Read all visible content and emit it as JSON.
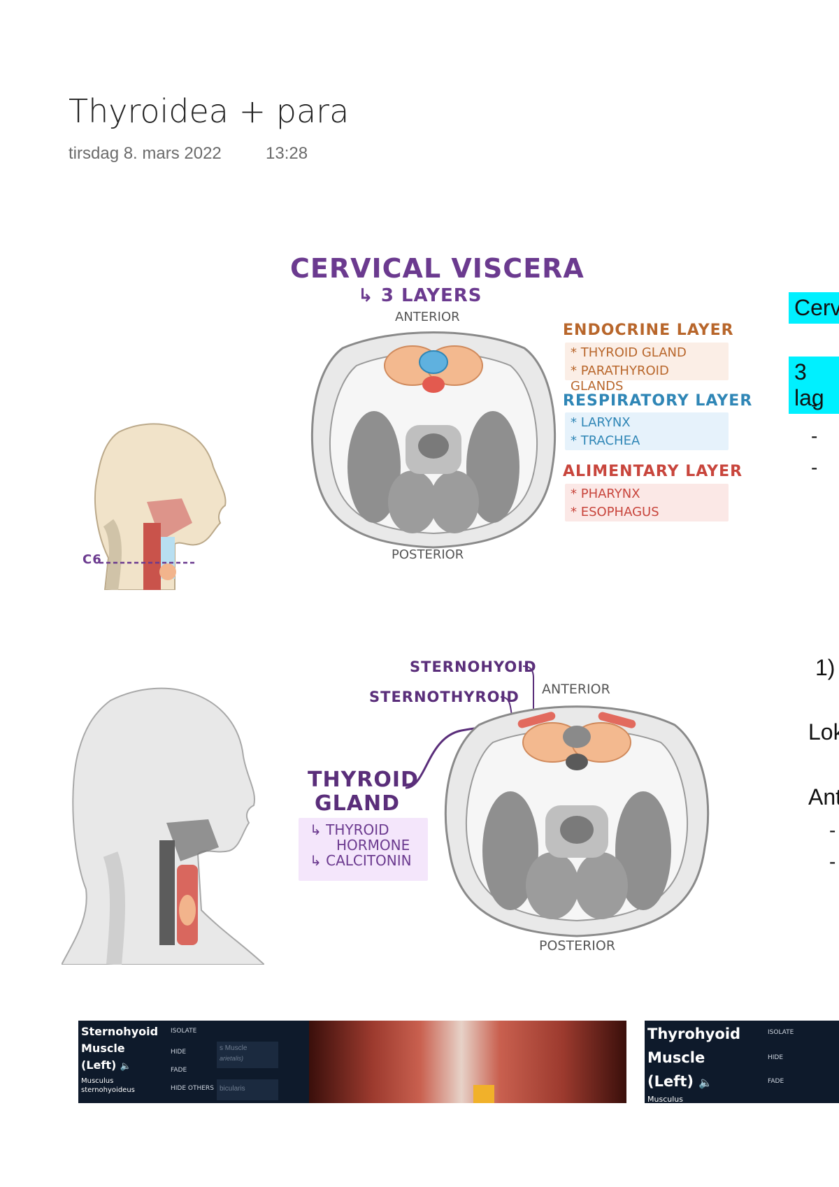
{
  "page": {
    "title": "Thyroidea + para",
    "date": "tirsdag 8. mars 2022",
    "time": "13:28"
  },
  "figure1": {
    "heading": "CERVICAL VISCERA",
    "subheading": "↳ 3 LAYERS",
    "anterior": "ANTERIOR",
    "posterior": "POSTERIOR",
    "c6_label": "C6",
    "layers": [
      {
        "title": "ENDOCRINE LAYER",
        "items": [
          "* THYROID GLAND",
          "* PARATHYROID GLANDS"
        ],
        "color": "#b8662b",
        "bg": "#fbeee6"
      },
      {
        "title": "RESPIRATORY LAYER",
        "items": [
          "* LARYNX",
          "* TRACHEA"
        ],
        "color": "#2f86b6",
        "bg": "#e6f2fb"
      },
      {
        "title": "ALIMENTARY LAYER",
        "items": [
          "* PHARYNX",
          "* ESOPHAGUS"
        ],
        "color": "#c8453c",
        "bg": "#fbe8e6"
      }
    ]
  },
  "figure2": {
    "sternohyoid": "STERNOHYOID",
    "sternothyroid": "STERNOTHYROID",
    "anterior": "ANTERIOR",
    "posterior": "POSTERIOR",
    "gland_title_1": "THYROID",
    "gland_title_2": "GLAND",
    "gland_items": [
      "↳ THYROID",
      "HORMONE",
      "↳ CALCITONIN"
    ]
  },
  "right_column": {
    "highlight_1": "Cerv",
    "highlight_2": "3 lag",
    "dashes": [
      "-",
      "-",
      "-"
    ],
    "numbered": "1)",
    "lok": "Lok",
    "ant": "Ant",
    "sub_dashes": [
      "-",
      "-"
    ]
  },
  "screens": [
    {
      "title_lines": [
        "Sternohyoid",
        "Muscle",
        "(Left)"
      ],
      "latin_lines": [
        "Musculus",
        "sternohyoideus"
      ],
      "options": [
        "ISOLATE",
        "HIDE",
        "FADE",
        "HIDE OTHERS"
      ],
      "ghost": [
        "s Muscle",
        "arietalis)",
        "bicularis"
      ]
    },
    {
      "title_lines": [
        "Thyrohyoid",
        "Muscle",
        "(Left)"
      ],
      "latin_lines": [
        "Musculus"
      ],
      "options": [
        "ISOLATE",
        "HIDE",
        "FADE"
      ]
    }
  ],
  "colors": {
    "purple": "#6b3a8f",
    "highlight": "#00f0ff",
    "screen_bg": "#0e1a2b"
  }
}
